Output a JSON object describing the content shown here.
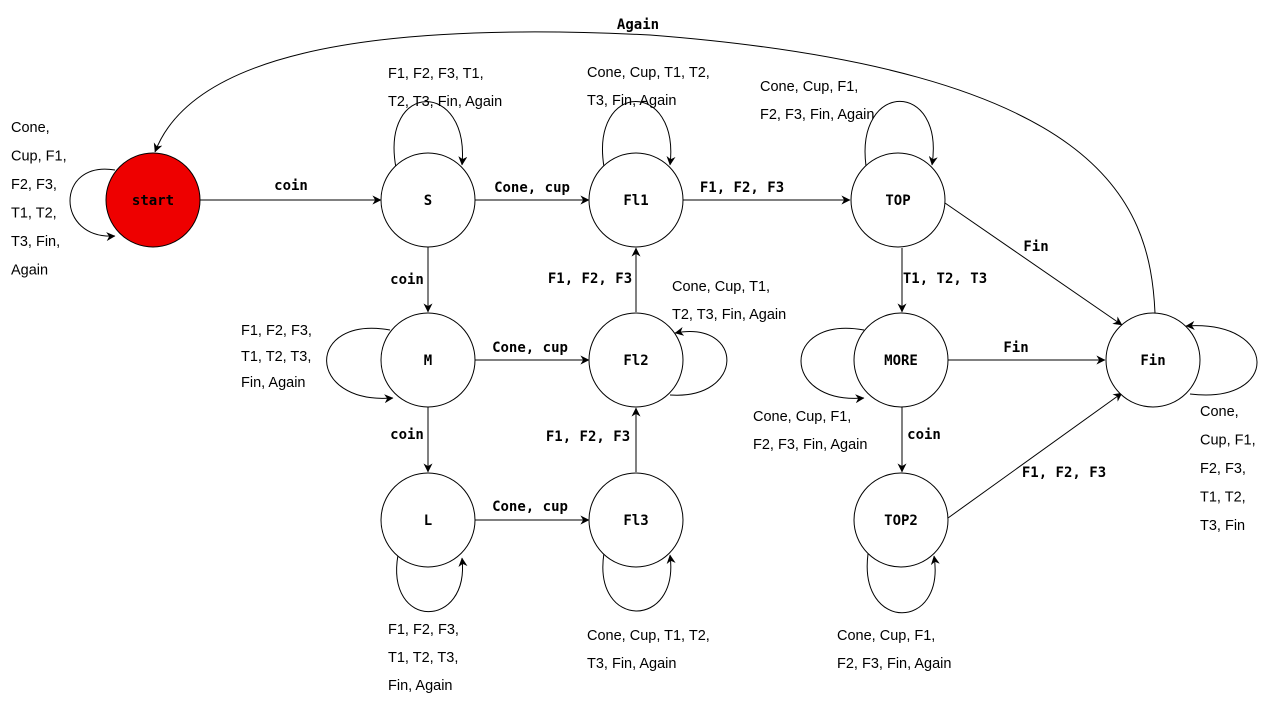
{
  "colors": {
    "start_fill": "#ee0000",
    "node_fill": "#ffffff",
    "stroke": "#000000"
  },
  "nodes": {
    "start": {
      "label": "start"
    },
    "s": {
      "label": "S"
    },
    "m": {
      "label": "M"
    },
    "l": {
      "label": "L"
    },
    "fl1": {
      "label": "Fl1"
    },
    "fl2": {
      "label": "Fl2"
    },
    "fl3": {
      "label": "Fl3"
    },
    "top": {
      "label": "TOP"
    },
    "more": {
      "label": "MORE"
    },
    "top2": {
      "label": "TOP2"
    },
    "fin": {
      "label": "Fin"
    }
  },
  "edges": {
    "start_s": "coin",
    "s_m": "coin",
    "m_l": "coin",
    "s_fl1": "Cone, cup",
    "m_fl2": "Cone, cup",
    "l_fl3": "Cone, cup",
    "fl2_fl1": "F1, F2, F3",
    "fl3_fl2": "F1, F2, F3",
    "fl1_top": "F1, F2, F3",
    "top_more": "T1, T2, T3",
    "top_fin": "Fin",
    "more_fin": "Fin",
    "more_top2": "coin",
    "top2_fin": "F1, F2, F3",
    "fin_start": "Again"
  },
  "loops": {
    "start": [
      "Cone,",
      "Cup, F1,",
      "F2, F3,",
      "T1, T2,",
      "T3, Fin,",
      "Again"
    ],
    "s": [
      "F1, F2, F3, T1,",
      "T2, T3, Fin, Again"
    ],
    "m": [
      "F1, F2, F3,",
      "T1, T2, T3,",
      "Fin, Again"
    ],
    "l": [
      "F1, F2, F3,",
      "T1, T2, T3,",
      "Fin, Again"
    ],
    "fl1": [
      "Cone, Cup, T1, T2,",
      "T3, Fin, Again"
    ],
    "fl2": [
      "Cone, Cup, T1,",
      "T2, T3, Fin, Again"
    ],
    "fl3": [
      "Cone, Cup, T1, T2,",
      "T3, Fin, Again"
    ],
    "top": [
      "Cone, Cup, F1,",
      "F2, F3, Fin, Again"
    ],
    "more": [
      "Cone, Cup, F1,",
      "F2, F3, Fin, Again"
    ],
    "top2": [
      "Cone, Cup, F1,",
      "F2, F3, Fin, Again"
    ],
    "fin": [
      "Cone,",
      "Cup, F1,",
      "F2, F3,",
      "T1, T2,",
      "T3, Fin"
    ]
  }
}
